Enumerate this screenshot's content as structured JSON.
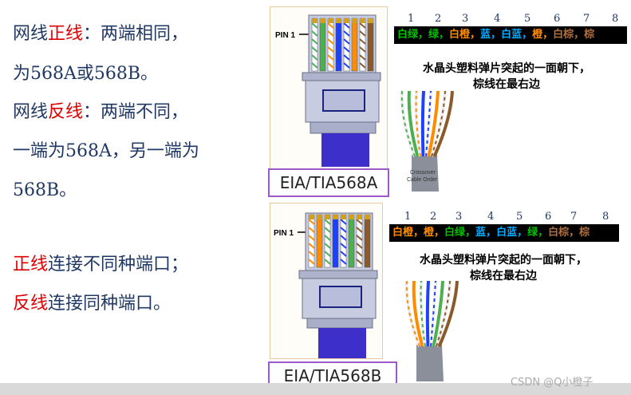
{
  "left": {
    "line1_prefix": "网线",
    "line1_red": "正线",
    "line1_suffix": "：两端相同，",
    "line2": "为568A或568B。",
    "line3_prefix": "网线",
    "line3_red": "反线",
    "line3_suffix": "：两端不同，",
    "line4": "一端为568A，另一端为",
    "line5": "568B。",
    "line6_red": "正线",
    "line6_suffix": "连接不同种端口；",
    "line7_red": "反线",
    "line7_suffix": "连接同种端口。"
  },
  "top": {
    "pin_label": "PIN 1",
    "standard": "EIA/TIA568A",
    "numbers": [
      "1",
      "2",
      "3",
      "4",
      "5",
      "6",
      "7",
      "8"
    ],
    "colors": [
      {
        "text": "白绿，",
        "color": "#00c000"
      },
      {
        "text": "绿，",
        "color": "#00c000"
      },
      {
        "text": "白橙，",
        "color": "#ff8c00"
      },
      {
        "text": "蓝，",
        "color": "#00aaff"
      },
      {
        "text": "白蓝，",
        "color": "#00aaff"
      },
      {
        "text": "橙，",
        "color": "#ff8c00"
      },
      {
        "text": "白棕，",
        "color": "#b07040"
      },
      {
        "text": "棕",
        "color": "#b07040"
      }
    ],
    "note_line1": "水晶头塑料弹片突起的一面朝下，",
    "note_line2": "棕线在最右边",
    "cable_label_1": "Crossover",
    "cable_label_2": "Cable Order"
  },
  "bottom": {
    "pin_label": "PIN 1",
    "standard": "EIA/TIA568B",
    "numbers": [
      "1",
      "2",
      "3",
      "4",
      "5",
      "6",
      "7",
      "8"
    ],
    "colors": [
      {
        "text": "白橙，",
        "color": "#ff8c00"
      },
      {
        "text": "橙，",
        "color": "#ff8c00"
      },
      {
        "text": "白绿，",
        "color": "#00c000"
      },
      {
        "text": "蓝，",
        "color": "#00aaff"
      },
      {
        "text": "白蓝，",
        "color": "#00aaff"
      },
      {
        "text": "绿，",
        "color": "#00c000"
      },
      {
        "text": "白棕，",
        "color": "#b07040"
      },
      {
        "text": "棕",
        "color": "#b07040"
      }
    ],
    "note_line1": "水晶头塑料弹片突起的一面朝下，",
    "note_line2": "棕线在最右边"
  },
  "watermark": "CSDN @Q小橙子",
  "wire_colors": {
    "a": [
      "#4caf50",
      "#4caf50",
      "#ff8c00",
      "#1e40ff",
      "#1e40ff",
      "#ff8c00",
      "#8b5a2b",
      "#8b5a2b"
    ],
    "b": [
      "#ff8c00",
      "#ff8c00",
      "#4caf50",
      "#1e40ff",
      "#1e40ff",
      "#4caf50",
      "#8b5a2b",
      "#8b5a2b"
    ],
    "white_stripe": [
      true,
      false,
      true,
      false,
      true,
      false,
      true,
      false
    ]
  }
}
